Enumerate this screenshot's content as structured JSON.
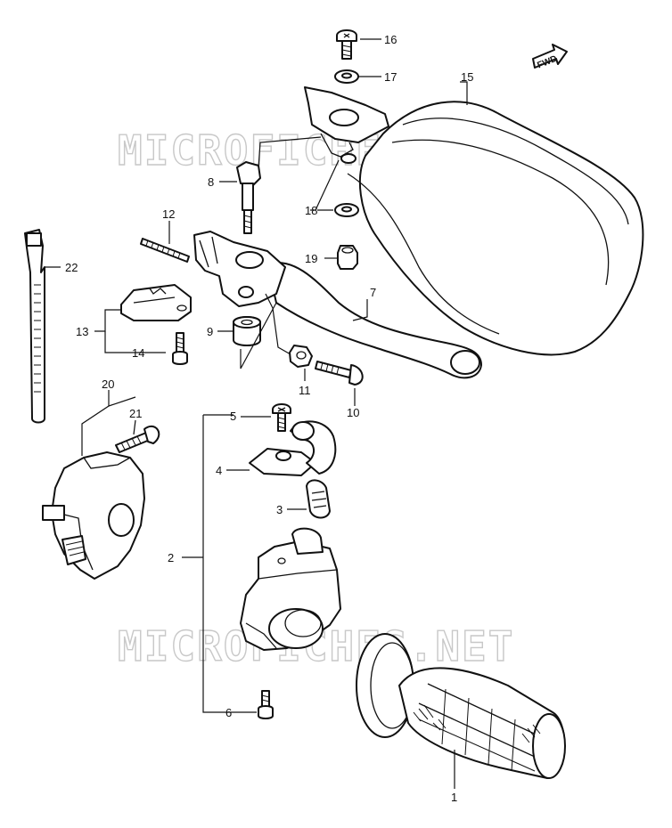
{
  "watermark": "MICROFICHES.NET",
  "direction_label": "FWD",
  "parts": [
    {
      "id": "1",
      "label": "1"
    },
    {
      "id": "2",
      "label": "2"
    },
    {
      "id": "3",
      "label": "3"
    },
    {
      "id": "4",
      "label": "4"
    },
    {
      "id": "5",
      "label": "5"
    },
    {
      "id": "6",
      "label": "6"
    },
    {
      "id": "7",
      "label": "7"
    },
    {
      "id": "8",
      "label": "8"
    },
    {
      "id": "9",
      "label": "9"
    },
    {
      "id": "10",
      "label": "10"
    },
    {
      "id": "11",
      "label": "11"
    },
    {
      "id": "12",
      "label": "12"
    },
    {
      "id": "13",
      "label": "13"
    },
    {
      "id": "14",
      "label": "14"
    },
    {
      "id": "15",
      "label": "15"
    },
    {
      "id": "16",
      "label": "16"
    },
    {
      "id": "17",
      "label": "17"
    },
    {
      "id": "18",
      "label": "18"
    },
    {
      "id": "19",
      "label": "19"
    },
    {
      "id": "20",
      "label": "20"
    },
    {
      "id": "21",
      "label": "21"
    },
    {
      "id": "22",
      "label": "22"
    }
  ]
}
